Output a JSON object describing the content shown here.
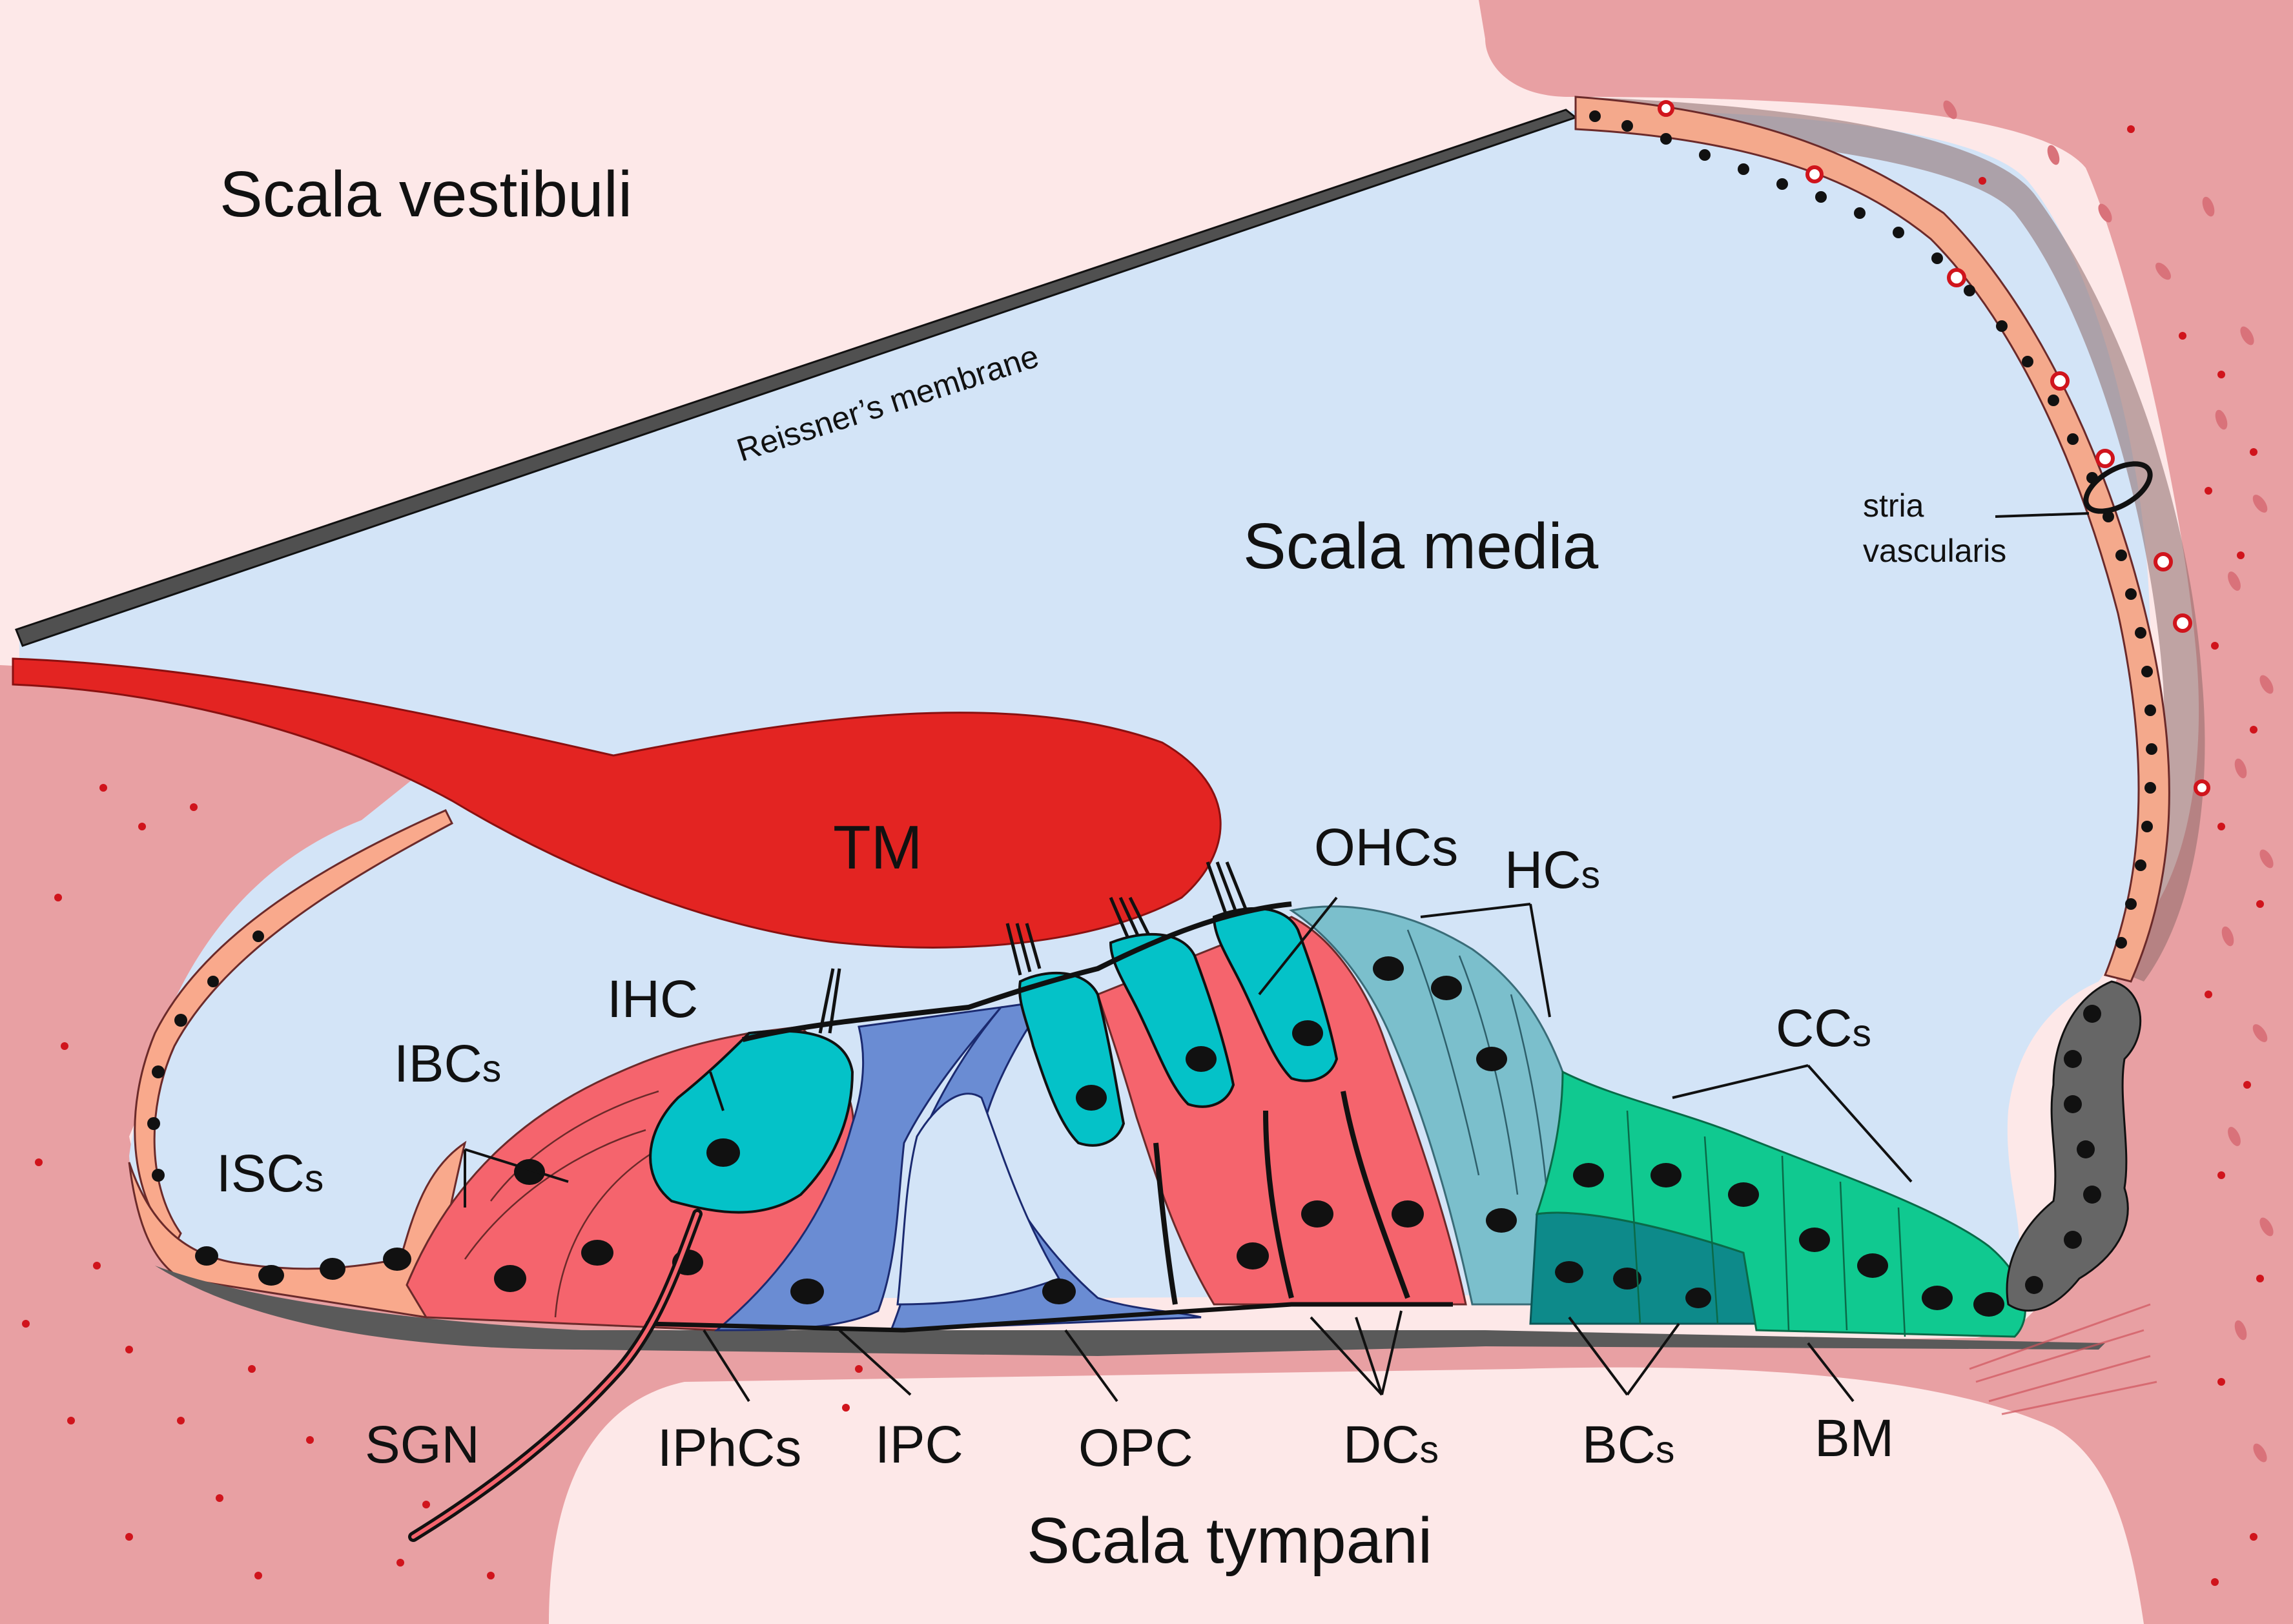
{
  "regions": {
    "scala_vestibuli": "Scala vestibuli",
    "scala_media": "Scala media",
    "scala_tympani": "Scala tympani",
    "reissners_membrane": "Reissner’s membrane",
    "stria_vascularis_line1": "stria",
    "stria_vascularis_line2": "vascularis",
    "tectorial_membrane": "TM"
  },
  "cell_labels": {
    "ohcs": "OHCs",
    "hcs": {
      "main": "HC",
      "sub": "s"
    },
    "ccs": {
      "main": "CC",
      "sub": "s"
    },
    "ihc": "IHC",
    "ibcs": {
      "main": "IBC",
      "sub": "s"
    },
    "iscs": {
      "main": "ISC",
      "sub": "s"
    },
    "sgn": "SGN",
    "iphcs": "IPhCs",
    "ipc": "IPC",
    "opc": "OPC",
    "dcs": {
      "main": "DC",
      "sub": "s"
    },
    "bcs": {
      "main": "BC",
      "sub": "s"
    },
    "bm": "BM"
  },
  "colors": {
    "scala_fluid_light": "#fde8e8",
    "scala_media_fluid": "#d3e4f7",
    "bone_tissue": "#e8a0a3",
    "reissner_membrane": "#505050",
    "tectorial_membrane": "#e32422",
    "hair_cell": "#04c2c8",
    "supporting_red": "#f5646d",
    "pillar_cell": "#6a8cd3",
    "hensen_cells": "#7bbfcc",
    "claudius_cells": "#10c990",
    "boettcher_cells": "#0d8a8a",
    "inner_sulcus_cells": "#f9a98c",
    "stria_cells": "#f4a98c",
    "spiral_prominence": "#666666",
    "basilar_membrane": "#5a5a5a",
    "nucleus": "#111111",
    "blood_dots": "#d0141c"
  }
}
